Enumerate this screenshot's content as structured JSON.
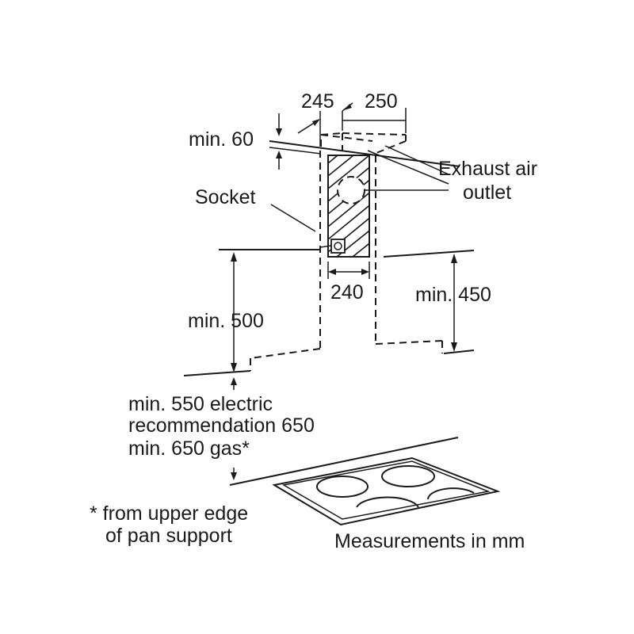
{
  "dimensions": {
    "hood_depth": "245",
    "duct_width": "250",
    "ceiling_gap": "min. 60",
    "chimney_width": "240",
    "upper_chimney_min": "min. 450",
    "lower_chimney_min": "min. 500"
  },
  "callouts": {
    "exhaust_line1": "Exhaust air",
    "exhaust_line2": "outlet",
    "socket": "Socket"
  },
  "clearance": {
    "line1": "min. 550 electric",
    "line2": "recommendation 650",
    "line3": "min. 650 gas*"
  },
  "footnote": {
    "line1": "* from upper edge",
    "line2": "of pan support"
  },
  "units_note": "Measurements in mm"
}
